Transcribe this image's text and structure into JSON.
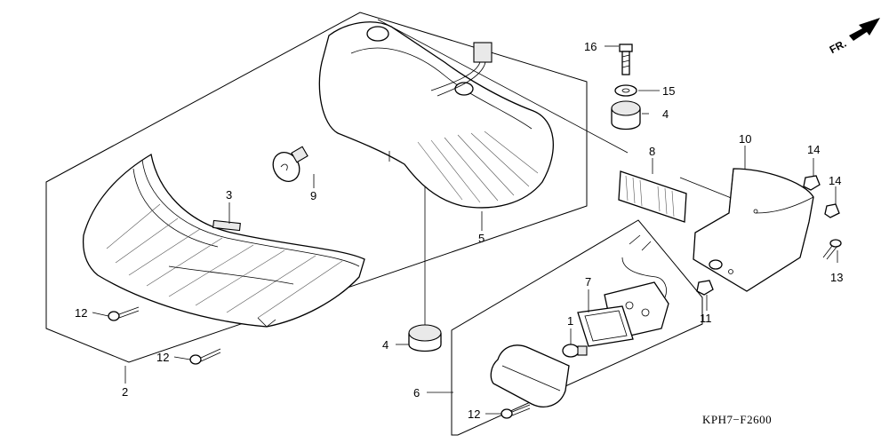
{
  "diagram_code": "KPH7−F2600",
  "direction_label": "FR.",
  "callouts": {
    "c1": "1",
    "c2": "2",
    "c3": "3",
    "c4a": "4",
    "c4b": "4",
    "c5": "5",
    "c6": "6",
    "c7": "7",
    "c8": "8",
    "c9": "9",
    "c10": "10",
    "c11": "11",
    "c12a": "12",
    "c12b": "12",
    "c12c": "12",
    "c13": "13",
    "c14a": "14",
    "c14b": "14",
    "c15": "15",
    "c16": "16"
  }
}
